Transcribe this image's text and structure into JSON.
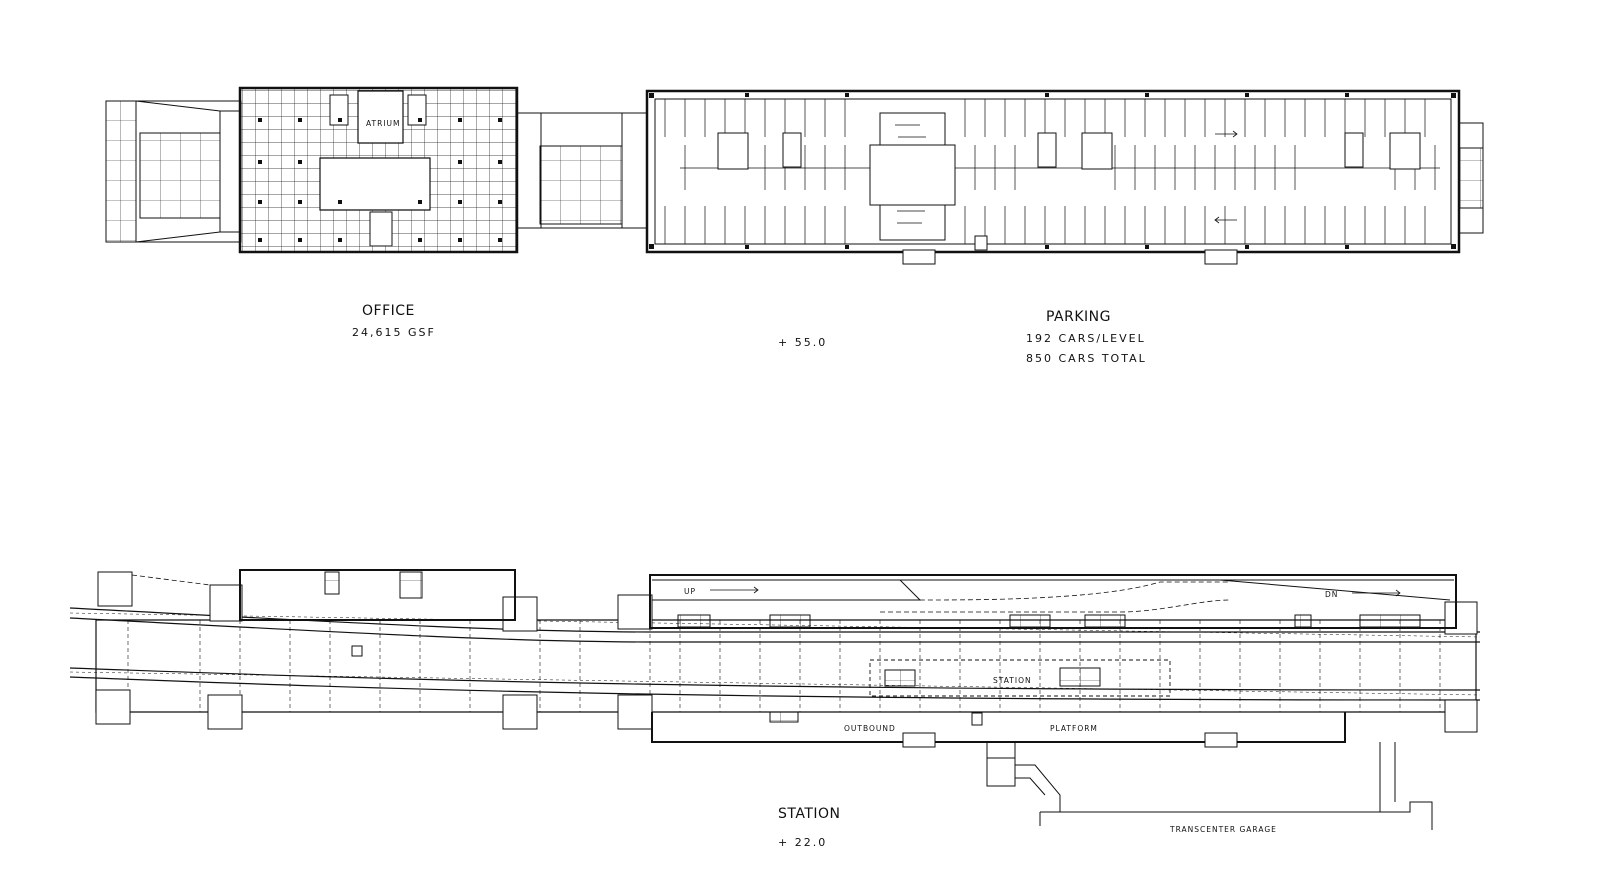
{
  "upper_plan": {
    "office": {
      "title": "OFFICE",
      "area": "24,615 GSF",
      "atrium_label": "ATRIUM"
    },
    "elevation": "+  55.0",
    "parking": {
      "title": "PARKING",
      "per_level": "192 CARS/LEVEL",
      "total": "850 CARS TOTAL"
    }
  },
  "lower_plan": {
    "ramp_up_label": "UP",
    "ramp_down_label": "DN",
    "station_label": "STATION",
    "outbound_label": "OUTBOUND",
    "platform_label": "PLATFORM",
    "title": "STATION",
    "elevation": "+  22.0",
    "garage_label": "TRANSCENTER GARAGE"
  },
  "line_color": "#111111"
}
